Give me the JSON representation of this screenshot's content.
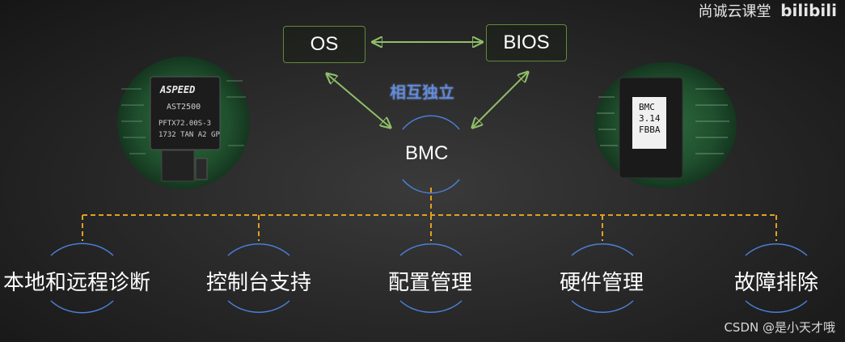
{
  "brand": {
    "text": "尚诚云课堂",
    "logo": "bilibili"
  },
  "boxes": {
    "os": "OS",
    "bios": "BIOS"
  },
  "bmc": "BMC",
  "relation_label": "相互独立",
  "functions": [
    {
      "label": "本地和远程诊断"
    },
    {
      "label": "控制台支持"
    },
    {
      "label": "配置管理"
    },
    {
      "label": "硬件管理"
    },
    {
      "label": "故障排除"
    }
  ],
  "chips": {
    "left": {
      "brand": "ASPEED",
      "model": "AST2500",
      "line1": "PFTX72.00S-3",
      "line2": "1732 TAN A2 GP"
    },
    "right": {
      "line1": "BMC",
      "line2": "3.14",
      "line3": "FBBA"
    }
  },
  "watermark": "CSDN @是小天才哦",
  "colors": {
    "box_border": "#5f8a3c",
    "arrow": "#8fbf6a",
    "dash": "#e0a020",
    "arc": "#4a7fd6",
    "label_blue": "#5c8ef0"
  }
}
